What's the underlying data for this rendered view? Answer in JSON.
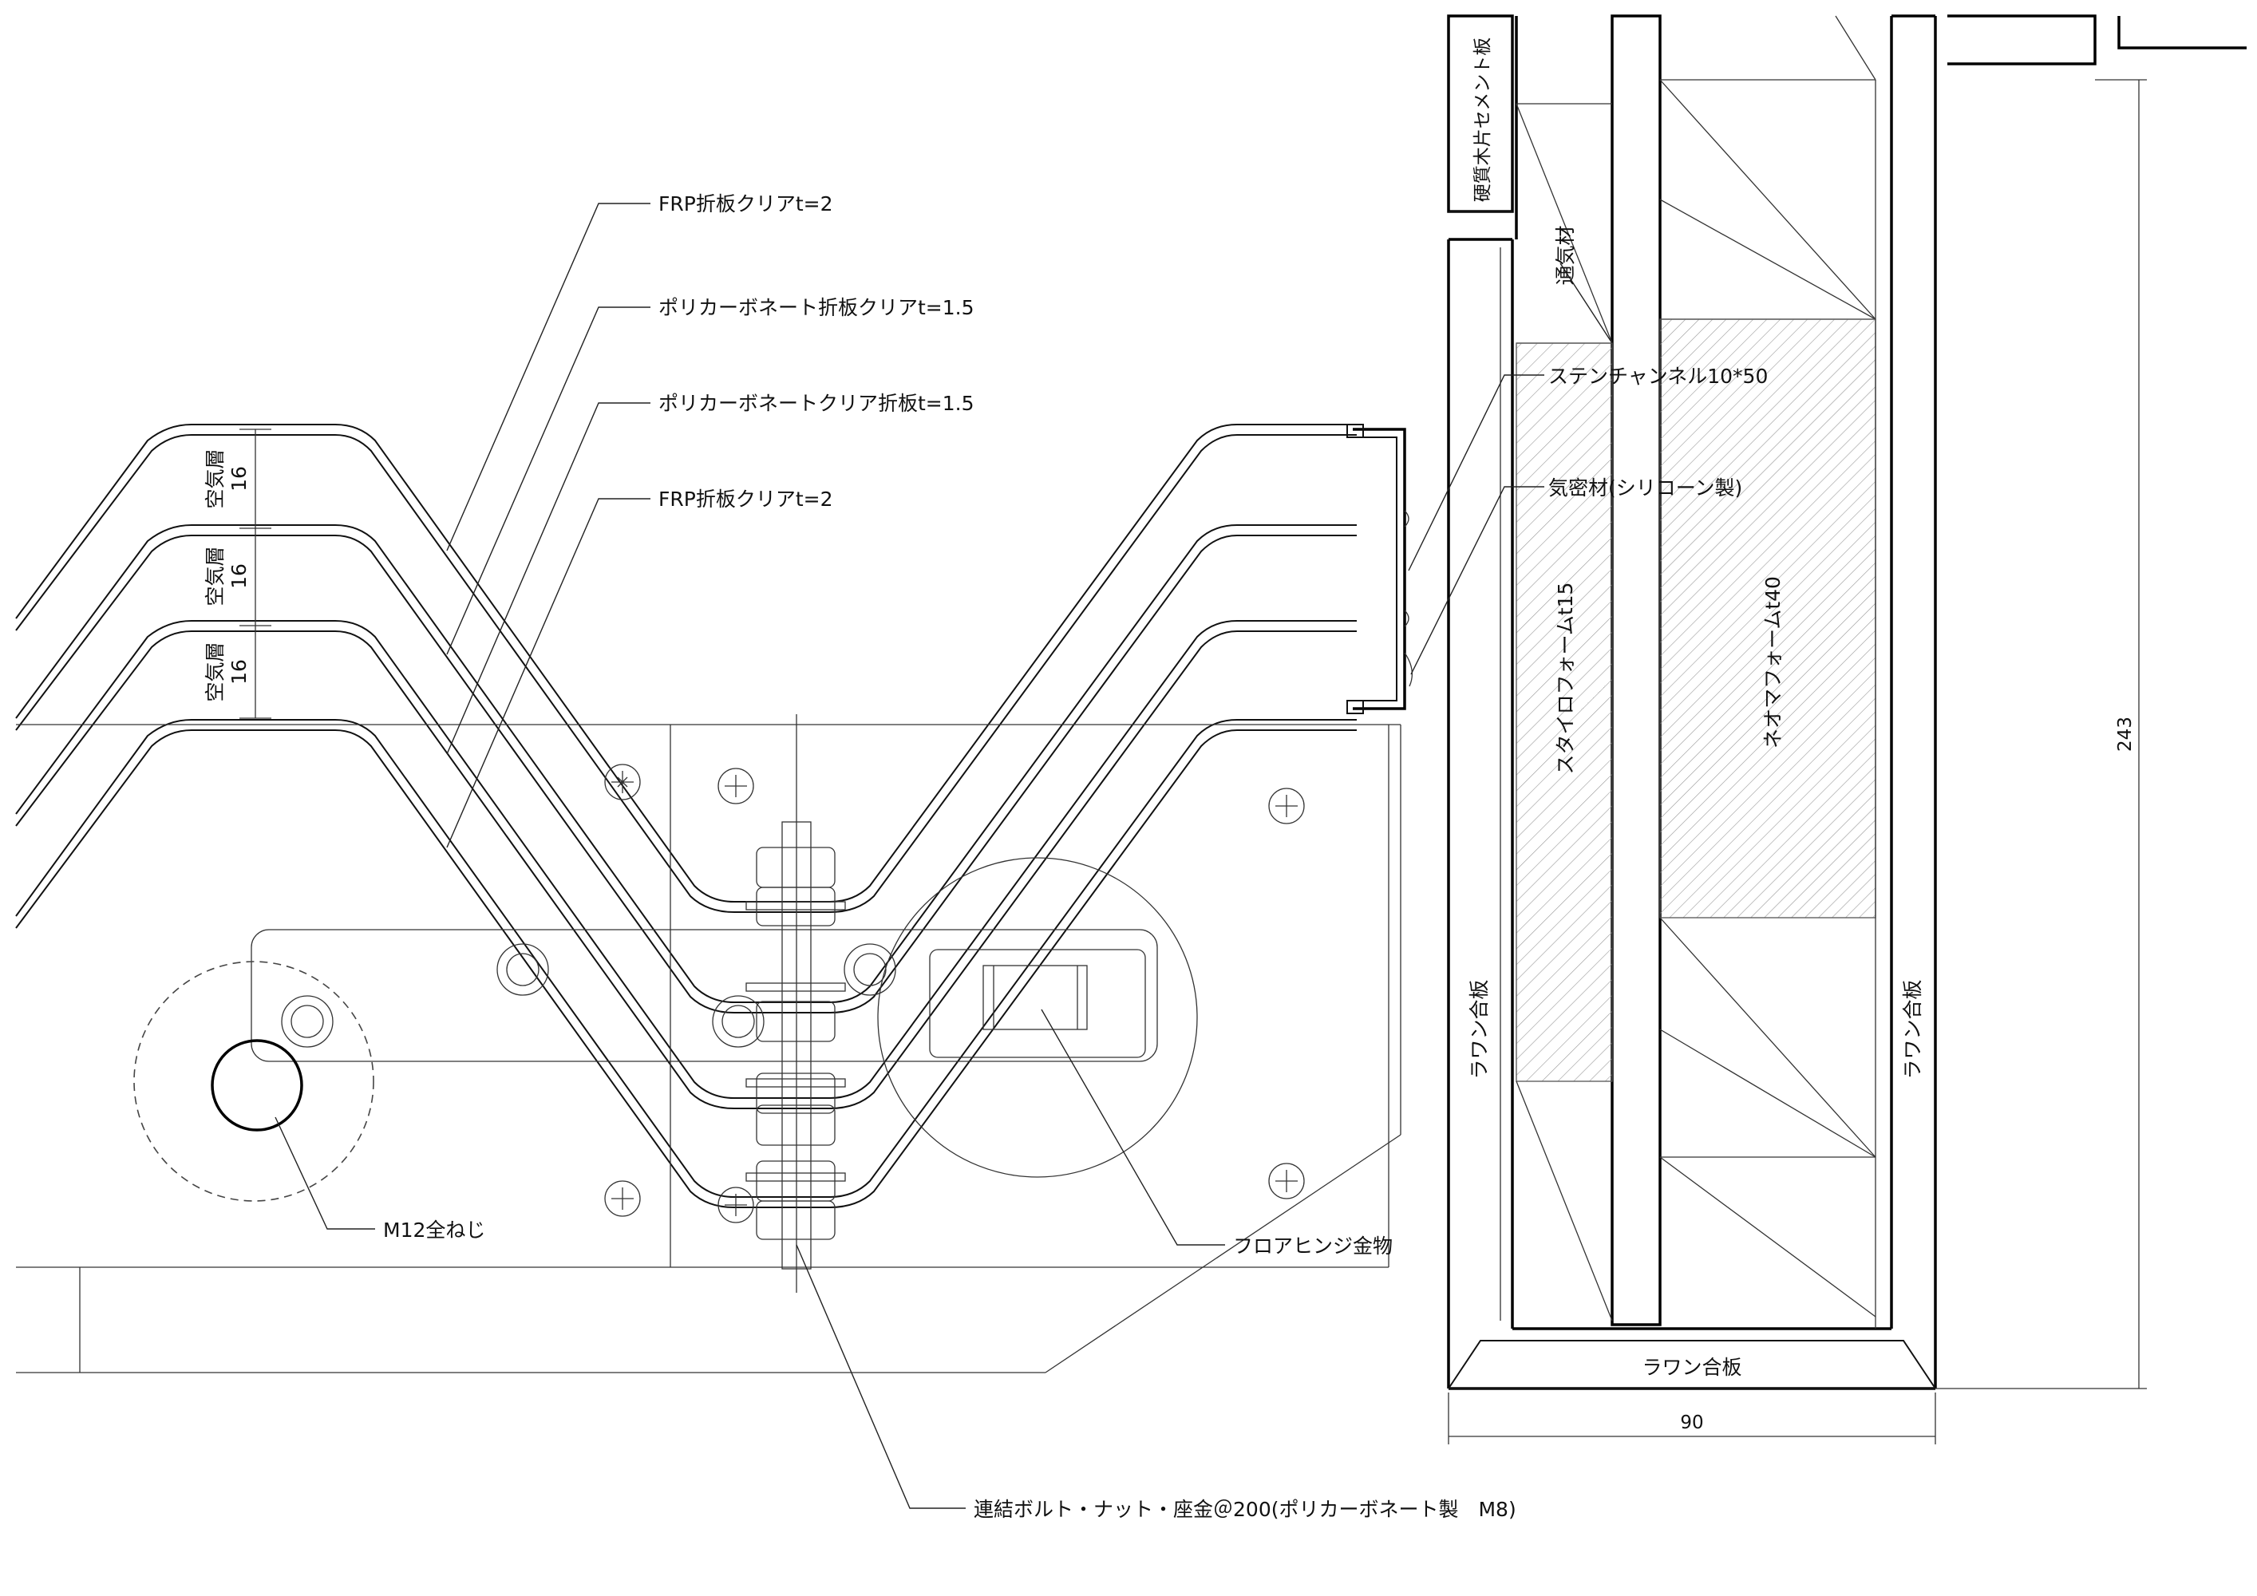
{
  "labels": {
    "frp_top": "FRP折板クリアt=2",
    "pc_fold": "ポリカーボネート折板クリアt=1.5",
    "pc_clear_fold": "ポリカーボネートクリア折板t=1.5",
    "frp_bottom": "FRP折板クリアt=2",
    "m12": "M12全ねじ",
    "floor_hinge": "フロアヒンジ金物",
    "bolt": "連結ボルト・ナット・座金＠200(ポリカーボネート製　M8)",
    "stain_channel": "ステンチャンネル10*50",
    "airtight": "気密材(シリコーン製)",
    "cement_board": "硬質木片セメント板",
    "vent": "通気材",
    "styro": "スタイロフォームt15",
    "neoma": "ネオマフォームt40",
    "lauan_left": "ラワン合板",
    "lauan_right": "ラワン合板",
    "lauan_bottom": "ラワン合板"
  },
  "air_layers": [
    {
      "name": "空気層",
      "value": "16"
    },
    {
      "name": "空気層",
      "value": "16"
    },
    {
      "name": "空気層",
      "value": "16"
    }
  ],
  "dimensions": {
    "width": "90",
    "height": "243"
  }
}
